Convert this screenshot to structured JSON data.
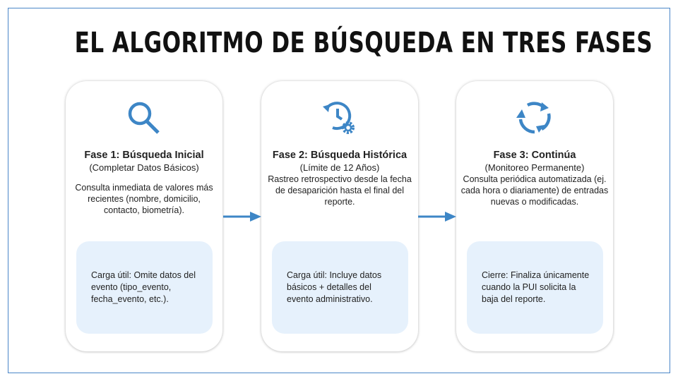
{
  "title": "EL ALGORITMO DE BÚSQUEDA EN TRES FASES",
  "accent": "#3d86c6",
  "phases": [
    {
      "icon": "search-icon",
      "title": "Fase 1: Búsqueda Inicial",
      "subtitle": "(Completar Datos Básicos)",
      "description": "Consulta inmediata de valores más recientes (nombre, domicilio, contacto, biometría).",
      "note": "Carga útil: Omite datos del evento (tipo_evento, fecha_evento, etc.)."
    },
    {
      "icon": "history-gear-icon",
      "title": "Fase 2: Búsqueda Histórica",
      "subtitle": "(Límite de 12 Años)",
      "description": "Rastreo retrospectivo desde la fecha de desaparición hasta el final del reporte.",
      "note": "Carga útil: Incluye datos básicos + detalles del evento administrativo."
    },
    {
      "icon": "refresh-cycle-icon",
      "title": "Fase 3: Continúa",
      "subtitle": "(Monitoreo Permanente)",
      "description": "Consulta periódica automatizada (ej. cada hora o diariamente) de entradas nuevas o modificadas.",
      "note": "Cierre: Finaliza únicamente cuando la PUI solicita la baja del reporte."
    }
  ]
}
